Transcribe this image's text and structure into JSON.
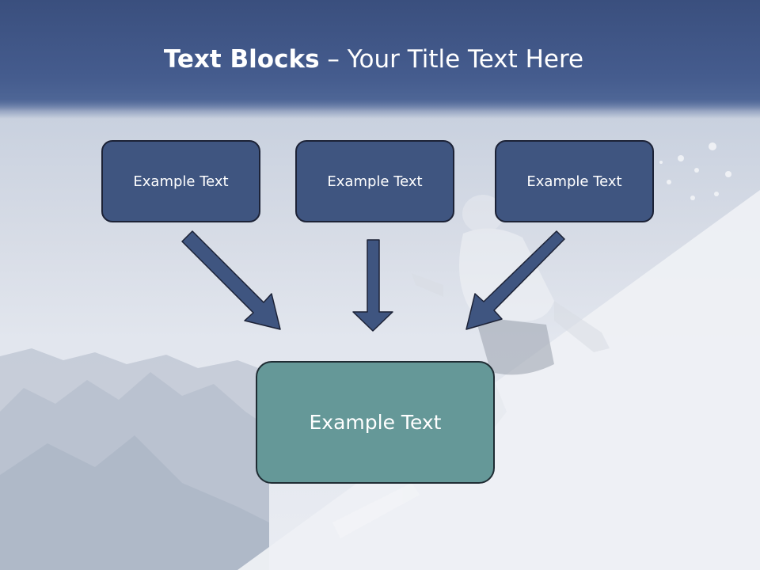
{
  "slide": {
    "title_bold": "Text Blocks",
    "title_separator": " – ",
    "title_rest": "Your Title Text Here",
    "top_boxes": [
      {
        "label": "Example Text"
      },
      {
        "label": "Example Text"
      },
      {
        "label": "Example Text"
      }
    ],
    "result_box": {
      "label": "Example Text"
    }
  },
  "colors": {
    "title_bar": "#455c8e",
    "box_fill": "#3f5580",
    "box_border": "#1c2236",
    "result_fill": "#659898",
    "arrow_fill": "#3f5580"
  },
  "icons": [
    "arrow-down-right-icon",
    "arrow-down-icon",
    "arrow-down-left-icon"
  ]
}
